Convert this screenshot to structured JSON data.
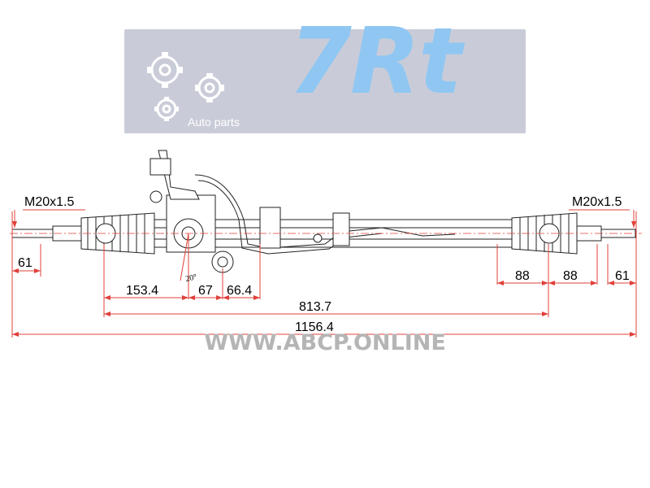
{
  "logo": {
    "brand": "7Rt",
    "tagline": "Auto parts",
    "icon": "gears-icon"
  },
  "labels": {
    "thread_left": "M20x1.5",
    "thread_right": "M20x1.5",
    "angle": "20°"
  },
  "dimensions": {
    "left_end": "61",
    "left_a": "153.4",
    "left_b": "67",
    "left_c": "66.4",
    "right_a": "88",
    "right_b": "88",
    "right_end": "61",
    "center": "813.7",
    "overall": "1156.4"
  },
  "watermark": "WWW.ABCP.ONLINE",
  "colors": {
    "accent": "#e0403a",
    "line": "#222222",
    "logo_bg": "#c9ccd8",
    "logo_text": "#8fc7f2"
  }
}
